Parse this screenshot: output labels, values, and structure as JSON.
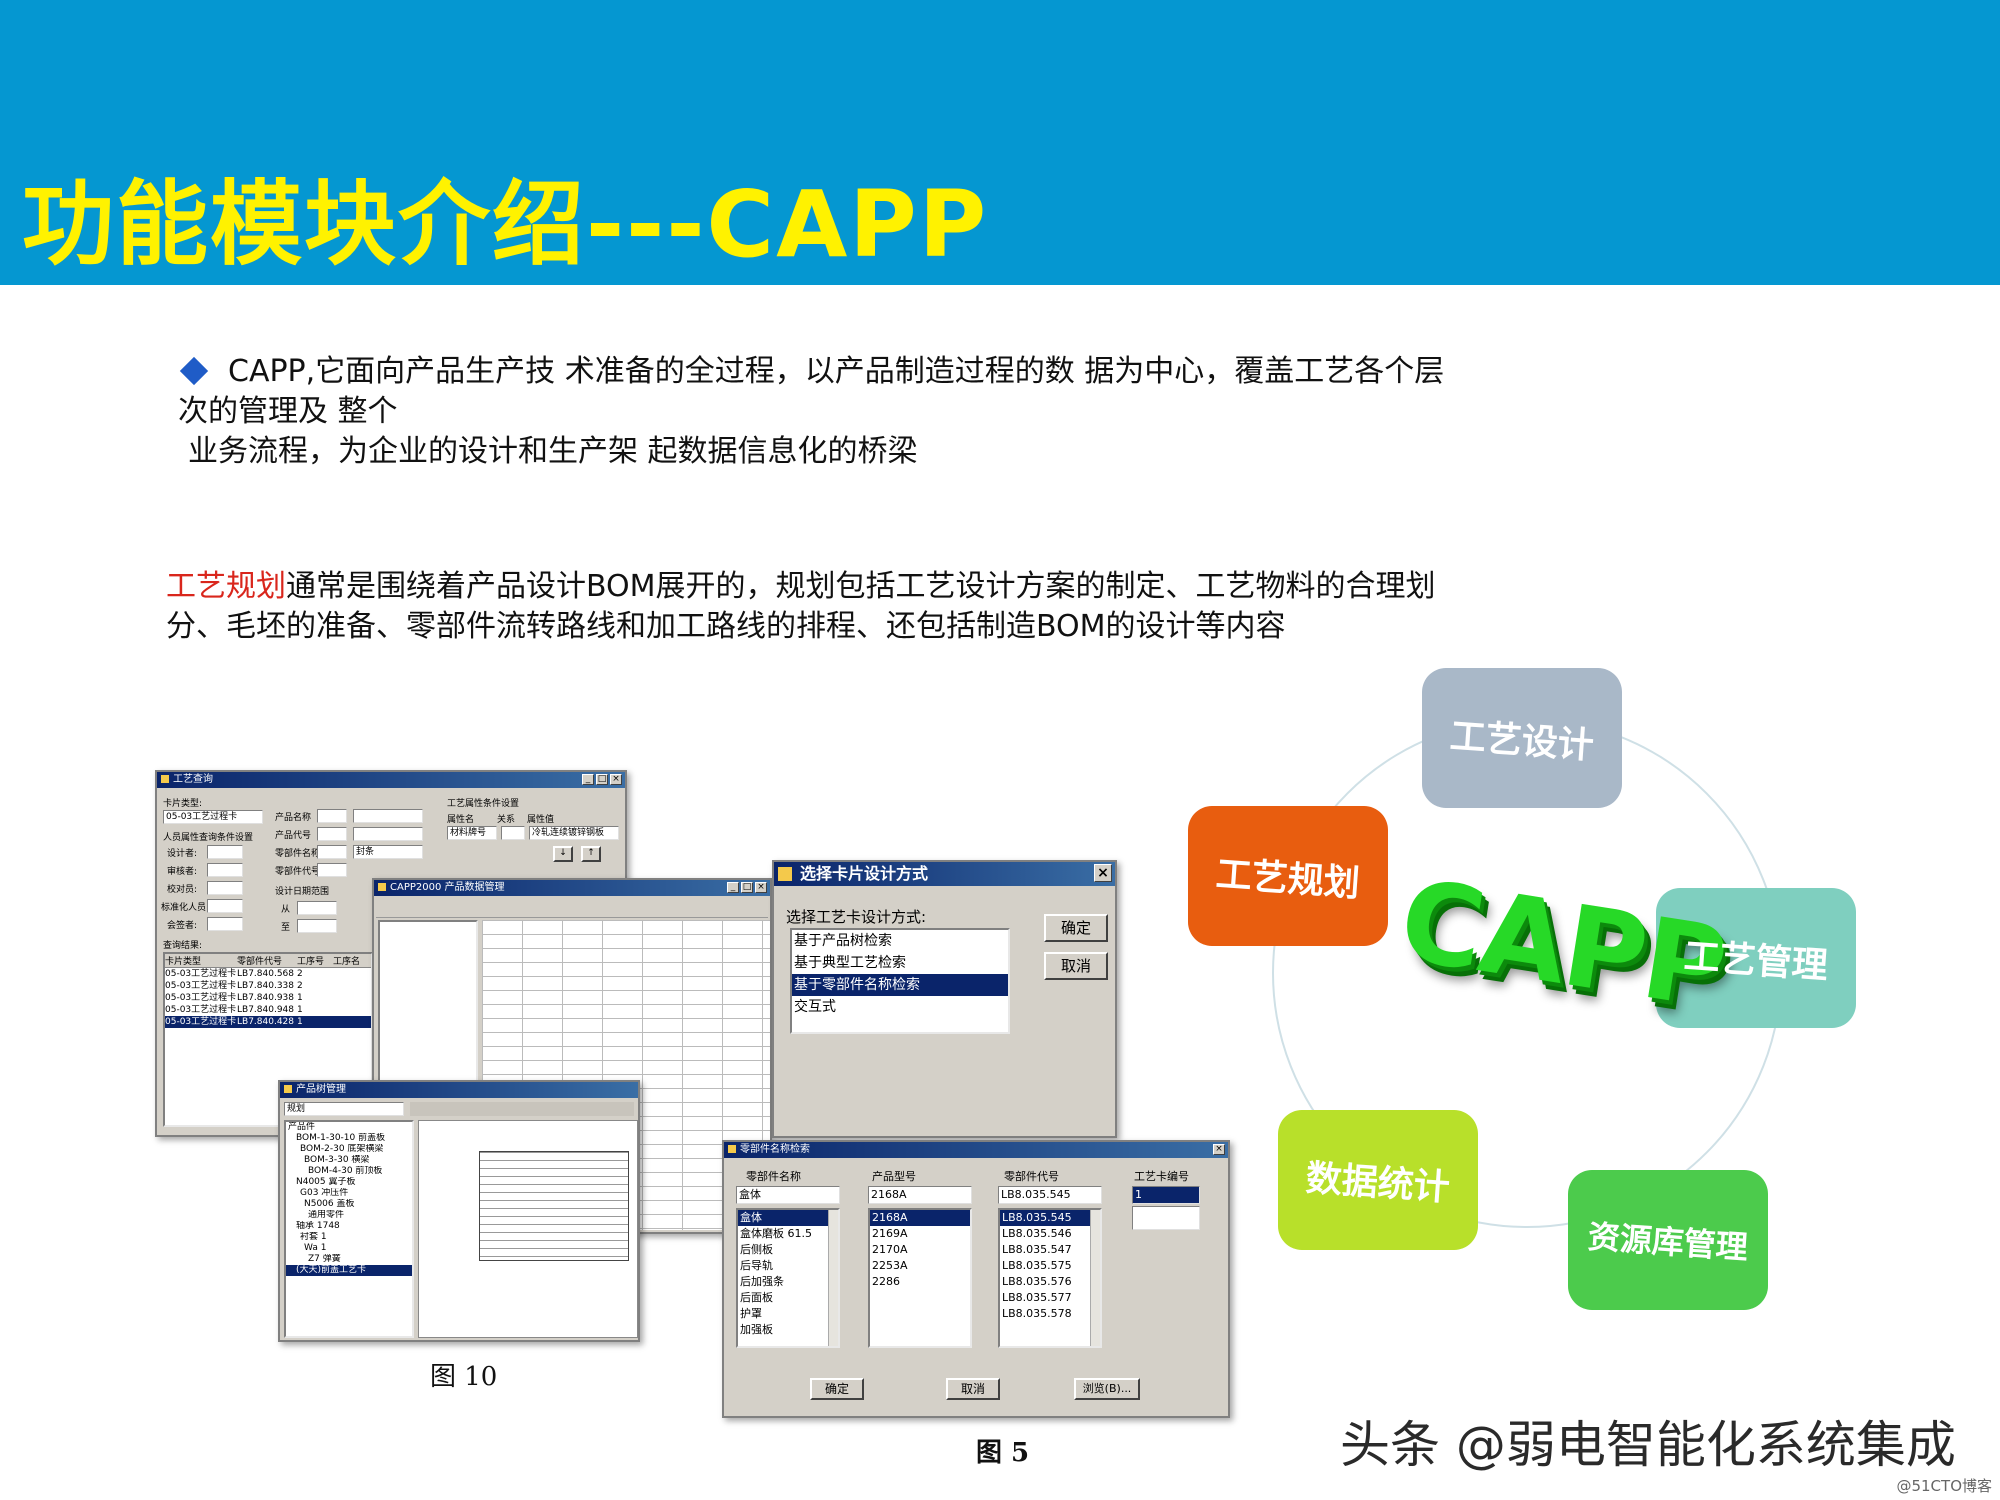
{
  "slide": {
    "title": "功能模块介绍---CAPP",
    "intro_line1": "CAPP,它面向产品生产技 术准备的全过程，以产品制造过程的数 据为中心，覆盖工艺各个层次的管理及 整个",
    "intro_line2": "业务流程，为企业的设计和生产架 起数据信息化的桥梁",
    "planning_highlight": "工艺规划",
    "planning_text": "通常是围绕着产品设计BOM展开的，规划包括工艺设计方案的制定、工艺物料的合理划分、毛坯的准备、零部件流转路线和加工路线的排程、还包括制造BOM的设计等内容",
    "caption_left": "图 10",
    "caption_right": "图 5",
    "watermark": "头条 @弱电智能化系统集成",
    "credit": "@51CTO博客"
  },
  "colors": {
    "header_bg": "#0597d1",
    "title": "#fff200",
    "highlight": "#d9261c"
  },
  "diagram": {
    "center": "CAPP",
    "nodes": [
      {
        "label": "工艺设计",
        "color": "#a9b8c8"
      },
      {
        "label": "工艺管理",
        "color": "#7fcfbf"
      },
      {
        "label": "资源库管理",
        "color": "#4ccb4c"
      },
      {
        "label": "数据统计",
        "color": "#b8e02a"
      },
      {
        "label": "工艺规划",
        "color": "#e85d0f"
      }
    ]
  },
  "win_query": {
    "title": "工艺查询",
    "label_card_type": "卡片类型:",
    "card_type_value": "05-03工艺过程卡",
    "label_product_name": "产品名称",
    "label_product_code": "产品代号",
    "label_part_name": "零部件名称",
    "part_name_value": "封条",
    "label_part_code": "零部件代号",
    "label_attr_group": "工艺属性条件设置",
    "label_attr_name": "属性名",
    "label_relation": "关系",
    "label_attr_value": "属性值",
    "attr_name_value": "材料牌号",
    "attr_value_value": "冷轧连续镀锌钢板",
    "label_person_group": "人员属性查询条件设置",
    "label_designer": "设计者:",
    "label_reviewer": "审核者:",
    "label_checker": "校对员:",
    "label_standard": "标准化人员:",
    "label_approver": "会签者:",
    "label_date_group": "设计日期范围",
    "label_from": "从",
    "label_to": "至",
    "label_results": "查询结果:",
    "col_card_type": "卡片类型",
    "col_part_code": "零部件代号",
    "col_process_no": "工序号",
    "col_process_name": "工序名",
    "results": [
      {
        "type": "05-03工艺过程卡",
        "code": "LB7.840.568",
        "no": "2"
      },
      {
        "type": "05-03工艺过程卡",
        "code": "LB7.840.338",
        "no": "2"
      },
      {
        "type": "05-03工艺过程卡",
        "code": "LB7.840.938",
        "no": "1"
      },
      {
        "type": "05-03工艺过程卡",
        "code": "LB7.840.948",
        "no": "1"
      },
      {
        "type": "05-03工艺过程卡",
        "code": "LB7.840.428",
        "no": "1"
      }
    ]
  },
  "win_dialog": {
    "title": "选择卡片设计方式",
    "group_label": "选择工艺卡设计方式:",
    "options": [
      "基于产品树检索",
      "基于典型工艺检索",
      "基于零部件名称检索",
      "交互式"
    ],
    "selected_index": 2,
    "ok": "确定",
    "cancel": "取消"
  },
  "win_tree": {
    "title": "产品树管理",
    "combo": "规划",
    "root": "产品件",
    "nodes": [
      "BOM-1-30-10 前盖板",
      "BOM-2-30 底架横梁",
      "BOM-3-30 横梁",
      "BOM-4-30 前顶板",
      "N4005 翼子板",
      "G03 冲压件",
      "N5006 盖板",
      "通用零件",
      "轴承 1748",
      "衬套 1",
      "Wa 1",
      "Z7 弹簧",
      "(大天)前盖工艺卡"
    ]
  },
  "win_bom": {
    "title": "CAPP2000 产品数据管理"
  },
  "win_search": {
    "title": "零部件名称检索",
    "col_part_name": "零部件名称",
    "col_product_model": "产品型号",
    "col_part_code": "零部件代号",
    "col_card_no": "工艺卡编号",
    "input_part_name": "盒体",
    "input_product_model": "2168A",
    "input_part_code": "LB8.035.545",
    "input_card_no": "1",
    "part_names": [
      "盒体",
      "盒体磨板 61.5",
      "后侧板",
      "后导轨",
      "后加强条",
      "后面板",
      "护罩",
      "加强板"
    ],
    "product_models": [
      "2168A",
      "2169A",
      "2170A",
      "2253A",
      "2286"
    ],
    "part_codes": [
      "LB8.035.545",
      "LB8.035.546",
      "LB8.035.547",
      "LB8.035.575",
      "LB8.035.576",
      "LB8.035.577",
      "LB8.035.578"
    ],
    "ok": "确定",
    "cancel": "取消",
    "browse": "浏览(B)..."
  }
}
